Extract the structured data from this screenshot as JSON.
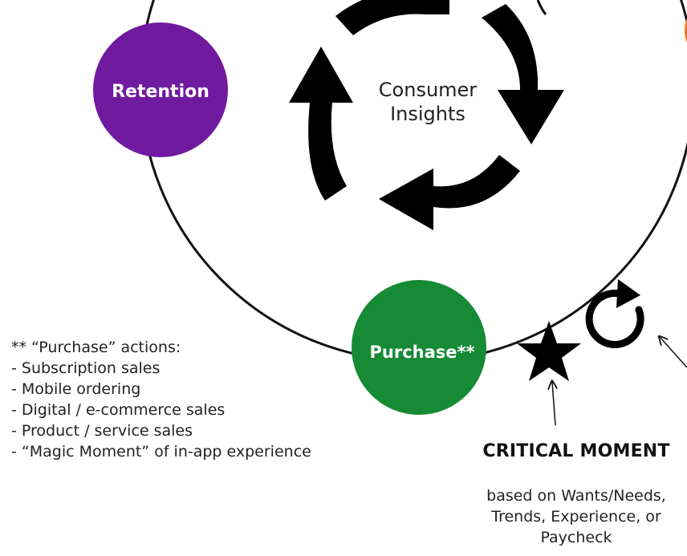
{
  "nodes": {
    "retention": {
      "label": "Retention",
      "color": "#6f1a9f"
    },
    "purchase": {
      "label": "Purchase**",
      "color": "#168a34"
    },
    "partial_node_color": "#e8792b"
  },
  "center": {
    "line1": "Consumer",
    "line2": "Insights"
  },
  "critical_moment": {
    "title": "CRITICAL MOMENT",
    "description": [
      "based on Wants/Needs,",
      "Trends, Experience, or",
      "Paycheck"
    ]
  },
  "purchase_actions": {
    "heading": "** “Purchase” actions:",
    "items": [
      "- Subscription sales",
      "- Mobile ordering",
      "- Digital / e-commerce sales",
      "- Product / service sales",
      "- “Magic Moment” of in-app experience"
    ]
  }
}
